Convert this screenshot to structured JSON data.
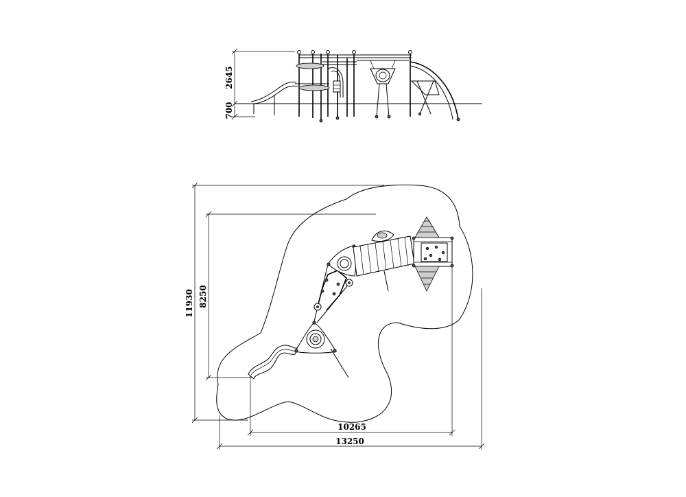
{
  "dimensions": {
    "elevation_height_upper": "2645",
    "elevation_height_lower": "700",
    "plan_width_outer": "13250",
    "plan_width_inner": "10265",
    "plan_height_outer": "11930",
    "plan_height_inner": "8250"
  }
}
